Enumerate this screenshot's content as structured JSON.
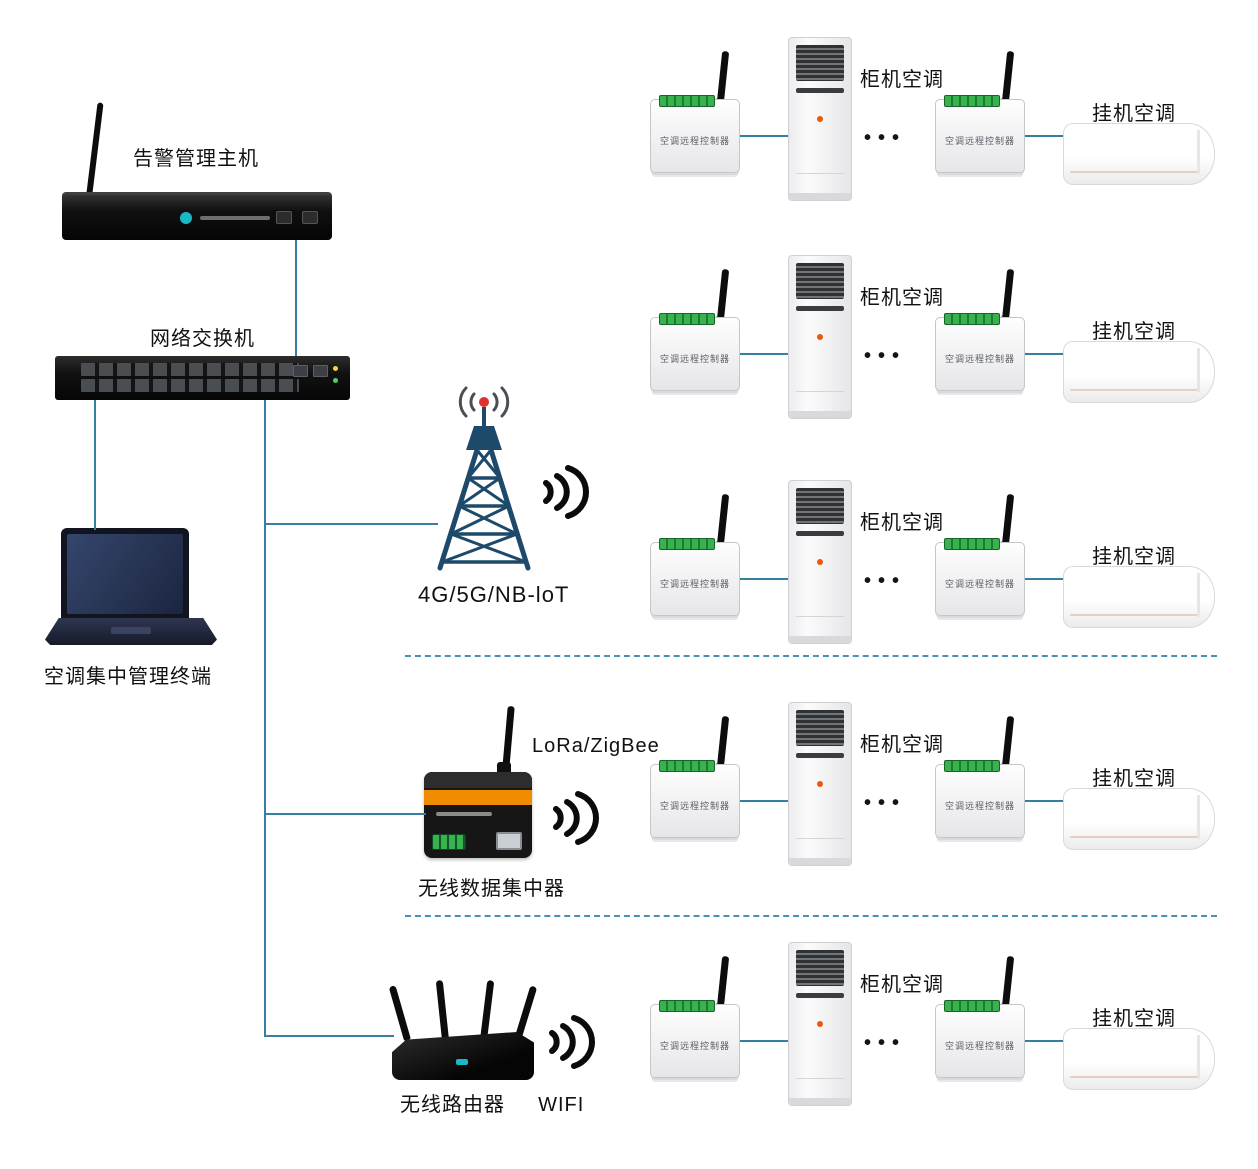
{
  "devices": {
    "alarm_host": {
      "label": "告警管理主机"
    },
    "network_switch": {
      "label": "网络交换机"
    },
    "management_terminal": {
      "label": "空调集中管理终端"
    },
    "cellular_tower": {
      "label": "4G/5G/NB-loT"
    },
    "wireless_concentrator": {
      "label": "无线数据集中器",
      "tech": "LoRa/ZigBee"
    },
    "wireless_router": {
      "label": "无线路由器",
      "tech": "WIFI"
    }
  },
  "controller_label": "空调远程控制器",
  "ac_rows": [
    {
      "cabinet_label": "柜机空调",
      "wall_label": "挂机空调",
      "dots": "•••"
    },
    {
      "cabinet_label": "柜机空调",
      "wall_label": "挂机空调",
      "dots": "•••"
    },
    {
      "cabinet_label": "柜机空调",
      "wall_label": "挂机空调",
      "dots": "•••"
    },
    {
      "cabinet_label": "柜机空调",
      "wall_label": "挂机空调",
      "dots": "•••"
    },
    {
      "cabinet_label": "柜机空调",
      "wall_label": "挂机空调",
      "dots": "•••"
    }
  ],
  "colors": {
    "connector_line": "#367fa1",
    "dashed_separator": "#4a8fb8",
    "tower_blue": "#1d4a6b",
    "signal_red": "#e03131",
    "concentrator_orange": "#f08c00",
    "terminal_green": "#37b24d"
  }
}
